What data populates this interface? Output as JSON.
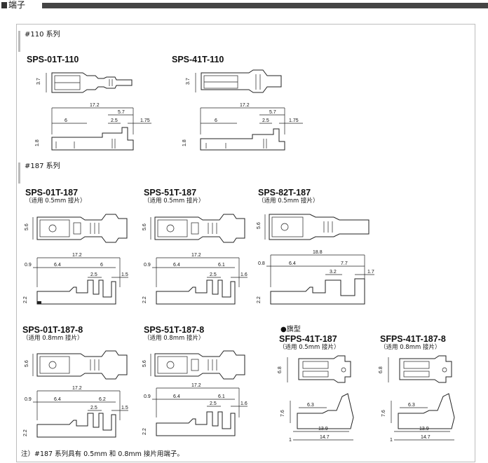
{
  "header": {
    "title": "端子"
  },
  "sections": {
    "s110": "#110 系列",
    "s187": "#187 系列",
    "flag": "●旗型"
  },
  "parts": {
    "p1": {
      "name": "SPS-01T-110"
    },
    "p2": {
      "name": "SPS-41T-110"
    },
    "p3": {
      "name": "SPS-01T-187",
      "sub": "（适用 0.5mm 接片）"
    },
    "p4": {
      "name": "SPS-51T-187",
      "sub": "（适用 0.5mm 接片）"
    },
    "p5": {
      "name": "SPS-82T-187",
      "sub": "（适用 0.5mm 接片）"
    },
    "p6": {
      "name": "SPS-01T-187-8",
      "sub": "（适用 0.8mm 接片）"
    },
    "p7": {
      "name": "SPS-51T-187-8",
      "sub": "（适用 0.8mm 接片）"
    },
    "p8": {
      "name": "SFPS-41T-187",
      "sub": "（适用 0.5mm 接片）"
    },
    "p9": {
      "name": "SFPS-41T-187-8",
      "sub": "（适用 0.8mm 接片）"
    }
  },
  "dims": {
    "d110": {
      "h": "3.7",
      "len": "17.2",
      "a": "5.7",
      "b": "6",
      "c": "2.5",
      "d": "1.75",
      "t": "1.8"
    },
    "d187a": {
      "h": "5.6",
      "len": "17.2",
      "w": "0.9",
      "a": "6.4",
      "b": "6",
      "c": "2.5",
      "d": "1.5",
      "t": "2.2"
    },
    "d187b": {
      "h": "5.6",
      "len": "17.2",
      "w": "0.9",
      "a": "6.4",
      "b": "6.1",
      "c": "2.5",
      "d": "1.6",
      "t": "2.2"
    },
    "d187c": {
      "h": "5.6",
      "len": "18.8",
      "w": "0.8",
      "a": "6.4",
      "b": "7.7",
      "c": "3.2",
      "d": "1.7",
      "t": "2.2"
    },
    "d187d": {
      "h": "5.6",
      "len": "17.2",
      "w": "0.9",
      "a": "6.4",
      "b": "6.2",
      "c": "2.5",
      "d": "1.5",
      "t": "2.2"
    },
    "d187e": {
      "h": "5.6",
      "len": "17.2",
      "w": "0.9",
      "a": "6.4",
      "b": "6.1",
      "c": "2.5",
      "d": "1.6",
      "t": "2.2"
    },
    "dflag": {
      "h": "6.8",
      "v": "7.6",
      "a": "6.3",
      "b": "13.9",
      "c": "14.7",
      "t": "1"
    }
  },
  "note": "注）#187 系列具有 0.5mm 和 0.8mm 接片用端子。"
}
